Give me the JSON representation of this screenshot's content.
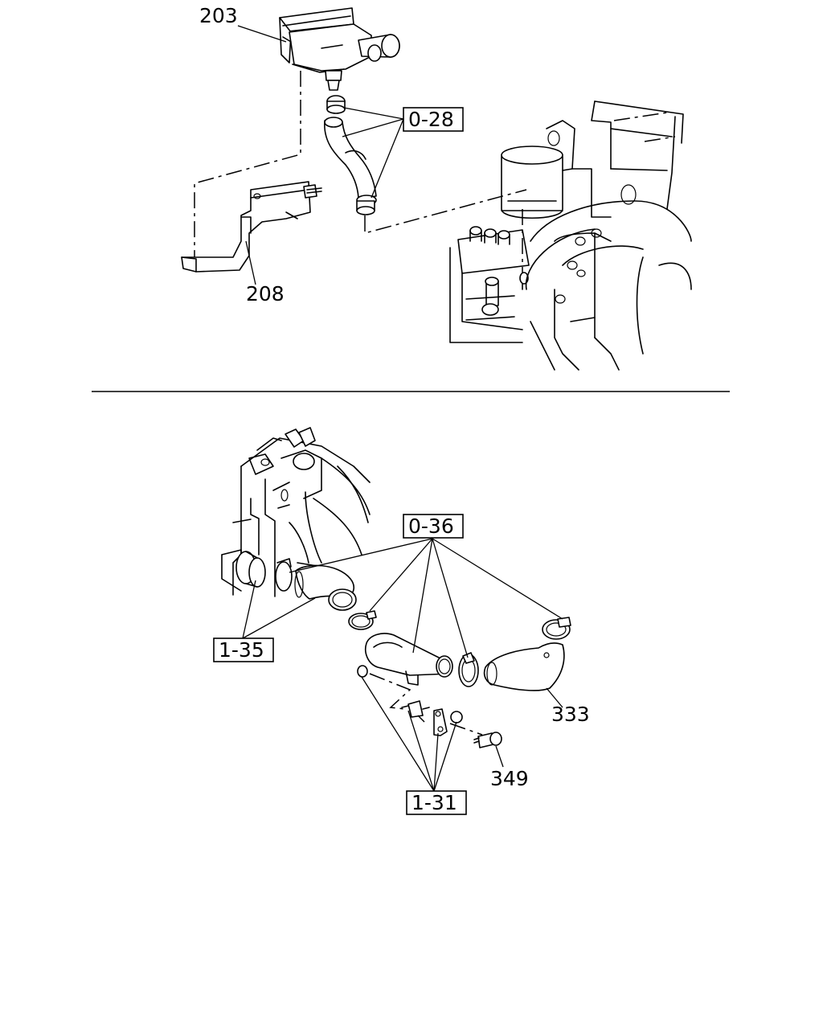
{
  "callouts": {
    "part_203": "203",
    "part_208": "208",
    "ref_0_28": "0-28",
    "ref_0_36": "0-36",
    "ref_1_35": "1-35",
    "part_333": "333",
    "part_349": "349",
    "ref_1_31": "1-31"
  }
}
